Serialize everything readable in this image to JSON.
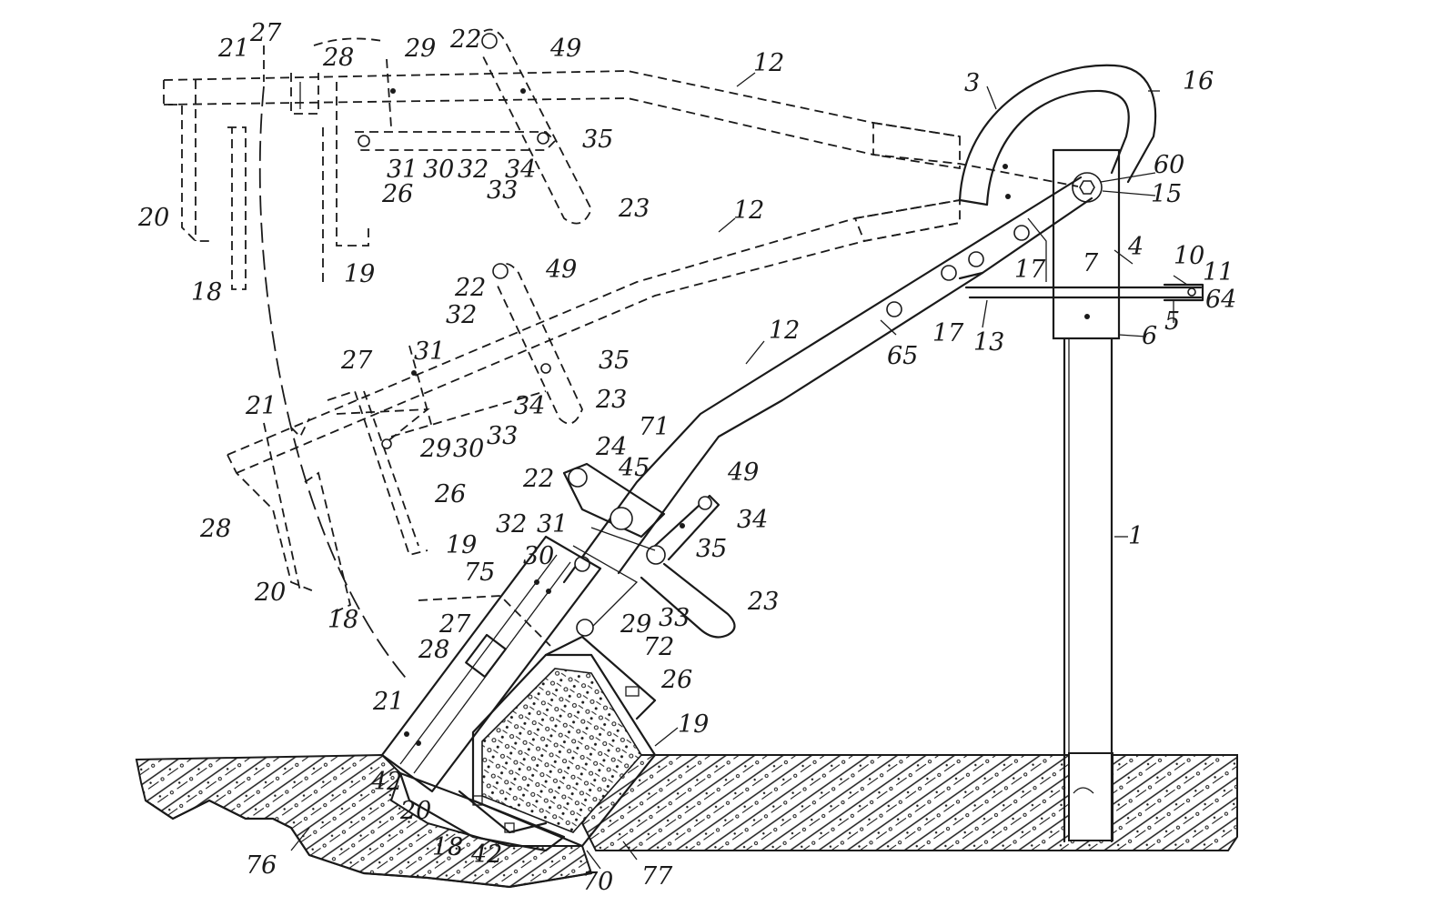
{
  "colors": {
    "ink": "#1a1a1a",
    "paper": "#ffffff"
  },
  "labels": [
    {
      "id": "l1",
      "text": "1"
    },
    {
      "id": "l3",
      "text": "3"
    },
    {
      "id": "l4",
      "text": "4"
    },
    {
      "id": "l5",
      "text": "5"
    },
    {
      "id": "l6",
      "text": "6"
    },
    {
      "id": "l7",
      "text": "7"
    },
    {
      "id": "l10",
      "text": "10"
    },
    {
      "id": "l11",
      "text": "11"
    },
    {
      "id": "l12a",
      "text": "12"
    },
    {
      "id": "l12b",
      "text": "12"
    },
    {
      "id": "l12c",
      "text": "12"
    },
    {
      "id": "l13",
      "text": "13"
    },
    {
      "id": "l15",
      "text": "15"
    },
    {
      "id": "l16",
      "text": "16"
    },
    {
      "id": "l17a",
      "text": "17"
    },
    {
      "id": "l17b",
      "text": "17"
    },
    {
      "id": "l60",
      "text": "60"
    },
    {
      "id": "l64",
      "text": "64"
    },
    {
      "id": "l65",
      "text": "65"
    },
    {
      "id": "t21",
      "text": "21"
    },
    {
      "id": "t27",
      "text": "27"
    },
    {
      "id": "t28",
      "text": "28"
    },
    {
      "id": "t29",
      "text": "29"
    },
    {
      "id": "t22",
      "text": "22"
    },
    {
      "id": "t49",
      "text": "49"
    },
    {
      "id": "t35",
      "text": "35"
    },
    {
      "id": "t31",
      "text": "31"
    },
    {
      "id": "t30",
      "text": "30"
    },
    {
      "id": "t32",
      "text": "32"
    },
    {
      "id": "t34",
      "text": "34"
    },
    {
      "id": "t33",
      "text": "33"
    },
    {
      "id": "t23",
      "text": "23"
    },
    {
      "id": "t20",
      "text": "20"
    },
    {
      "id": "t26",
      "text": "26"
    },
    {
      "id": "t18",
      "text": "18"
    },
    {
      "id": "t19",
      "text": "19"
    },
    {
      "id": "m22",
      "text": "22"
    },
    {
      "id": "m49",
      "text": "49"
    },
    {
      "id": "m31",
      "text": "31"
    },
    {
      "id": "m32",
      "text": "32"
    },
    {
      "id": "m35",
      "text": "35"
    },
    {
      "id": "m27",
      "text": "27"
    },
    {
      "id": "m21",
      "text": "21"
    },
    {
      "id": "m23",
      "text": "23"
    },
    {
      "id": "m34",
      "text": "34"
    },
    {
      "id": "m33",
      "text": "33"
    },
    {
      "id": "m29",
      "text": "29"
    },
    {
      "id": "m30",
      "text": "30"
    },
    {
      "id": "m26",
      "text": "26"
    },
    {
      "id": "m28",
      "text": "28"
    },
    {
      "id": "m19",
      "text": "19"
    },
    {
      "id": "m20",
      "text": "20"
    },
    {
      "id": "m18",
      "text": "18"
    },
    {
      "id": "m75",
      "text": "75"
    },
    {
      "id": "s24",
      "text": "24"
    },
    {
      "id": "s71",
      "text": "71"
    },
    {
      "id": "s45",
      "text": "45"
    },
    {
      "id": "s22",
      "text": "22"
    },
    {
      "id": "s49",
      "text": "49"
    },
    {
      "id": "s34",
      "text": "34"
    },
    {
      "id": "s35",
      "text": "35"
    },
    {
      "id": "s32",
      "text": "32"
    },
    {
      "id": "s31",
      "text": "31"
    },
    {
      "id": "s30",
      "text": "30"
    },
    {
      "id": "s29",
      "text": "29"
    },
    {
      "id": "s33",
      "text": "33"
    },
    {
      "id": "s23",
      "text": "23"
    },
    {
      "id": "s72",
      "text": "72"
    },
    {
      "id": "s27",
      "text": "27"
    },
    {
      "id": "s28",
      "text": "28"
    },
    {
      "id": "s26",
      "text": "26"
    },
    {
      "id": "s21",
      "text": "21"
    },
    {
      "id": "s19",
      "text": "19"
    },
    {
      "id": "s42a",
      "text": "42"
    },
    {
      "id": "s20",
      "text": "20"
    },
    {
      "id": "s18",
      "text": "18"
    },
    {
      "id": "s42b",
      "text": "42"
    },
    {
      "id": "s76",
      "text": "76"
    },
    {
      "id": "s70",
      "text": "70"
    },
    {
      "id": "s77",
      "text": "77"
    }
  ]
}
